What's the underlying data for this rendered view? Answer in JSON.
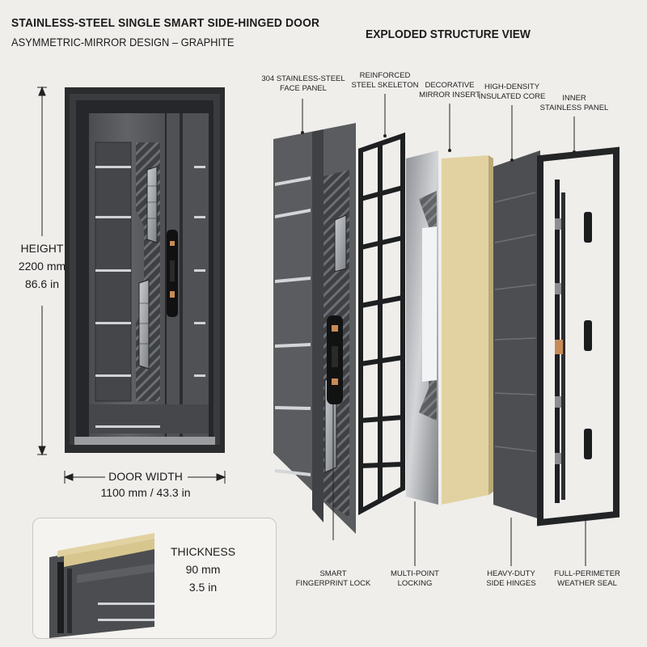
{
  "header": {
    "title": "STAINLESS-STEEL SINGLE SMART SIDE-HINGED DOOR",
    "subtitle": "ASYMMETRIC-MIRROR DESIGN – GRAPHITE"
  },
  "dimensions": {
    "height_label": "HEIGHT",
    "height_mm": "2200 mm",
    "height_in": "86.6 in",
    "width_label": "DOOR WIDTH",
    "width_value": "1100 mm / 43.3 in",
    "thickness_label": "THICKNESS",
    "thickness_mm": "90 mm",
    "thickness_in": "3.5 in"
  },
  "exploded": {
    "title": "EXPLODED STRUCTURE VIEW",
    "top_callouts": [
      {
        "line1": "304 STAINLESS-STEEL",
        "line2": "FACE PANEL"
      },
      {
        "line1": "REINFORCED",
        "line2": "STEEL SKELETON"
      },
      {
        "line1": "DECORATIVE",
        "line2": "MIRROR INSERT"
      },
      {
        "line1": "HIGH-DENSITY",
        "line2": "INSULATED CORE"
      },
      {
        "line1": "INNER",
        "line2": "STAINLESS PANEL"
      }
    ],
    "bottom_callouts": [
      {
        "line1": "SMART",
        "line2": "FINGERPRINT LOCK"
      },
      {
        "line1": "MULTI-POINT",
        "line2": "LOCKING"
      },
      {
        "line1": "HEAVY-DUTY",
        "line2": "SIDE HINGES"
      },
      {
        "line1": "FULL-PERIMETER",
        "line2": "WEATHER SEAL"
      }
    ]
  },
  "colors": {
    "graphite": "#56585a",
    "frame": "#2e2f31",
    "insulation": "#e2d2a1",
    "background": "#efeeeb"
  }
}
